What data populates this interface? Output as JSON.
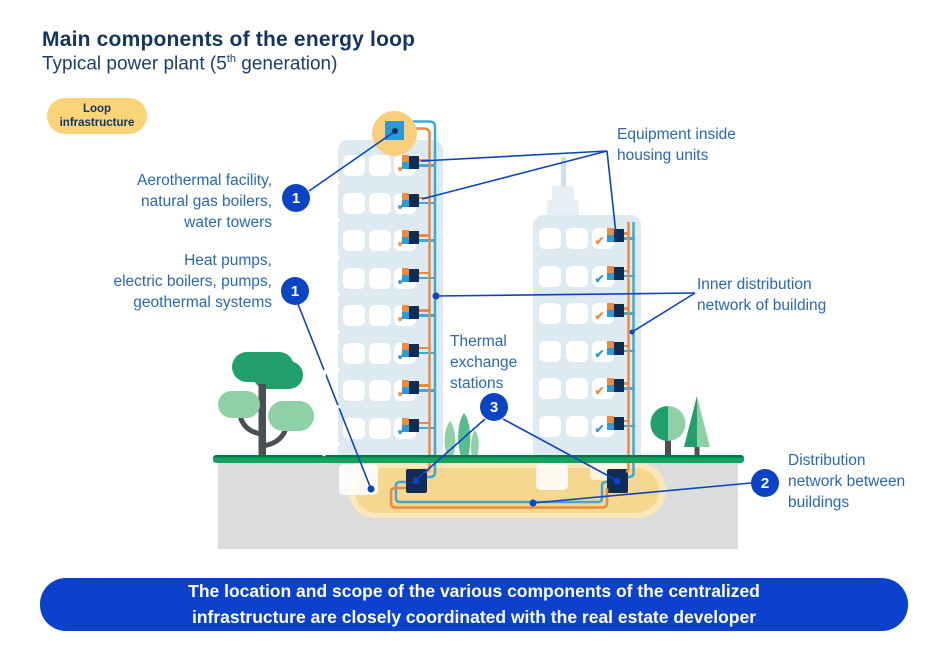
{
  "header": {
    "title": "Main components of the energy loop",
    "subtitle": {
      "prefix": "Typical power plant (5",
      "sup": "th",
      "suffix": " generation)"
    },
    "legend_badge": "Loop\ninfrastructure"
  },
  "labels": {
    "aerothermal": "Aerothermal facility,\nnatural gas boilers,\nwater towers",
    "heat_pumps": "Heat pumps,\nelectric boilers, pumps,\ngeothermal systems",
    "equipment": "Equipment inside\nhousing units",
    "inner_network": "Inner distribution\nnetwork of building",
    "thermal_stations": "Thermal\nexchange\nstations",
    "distribution_network": "Distribution\nnetwork between\nbuildings"
  },
  "markers": {
    "production_a": "1",
    "production_b": "1",
    "distribution": "2",
    "stations": "3"
  },
  "banner": "The location and scope of the various components of the centralized\ninfrastructure are closely coordinated with the real estate developer",
  "scene": {
    "check_icon": "✔",
    "buildings": [
      {
        "name": "residential-tower-1",
        "floors": 8,
        "window_columns": 3,
        "unit_checks": [
          "orange",
          "blue",
          "orange",
          "blue",
          "orange",
          "blue",
          "orange",
          "blue"
        ]
      },
      {
        "name": "residential-tower-2",
        "floors": 6,
        "window_columns": 3,
        "unit_checks": [
          "orange",
          "blue",
          "orange",
          "blue",
          "orange",
          "blue"
        ]
      }
    ],
    "thermal_station_count": 2
  },
  "colors": {
    "title_navy": "#14355F",
    "label_blue": "#2B68B0",
    "marker_blue": "#0A44C4",
    "banner_blue": "#0B41CD",
    "badge_yellow": "#FBD478",
    "building_body": "#DEEAF2",
    "pipe_orange": "#EC8A3D",
    "pipe_blue": "#3EA8DD",
    "equipment_navy": "#0F2C55",
    "underground_yellow": "#F5D78F",
    "ground_gray": "#DADDDC",
    "grass_green": "#12A35F",
    "tree_green_dark": "#21A06C",
    "tree_green_light": "#8FD0A5"
  }
}
